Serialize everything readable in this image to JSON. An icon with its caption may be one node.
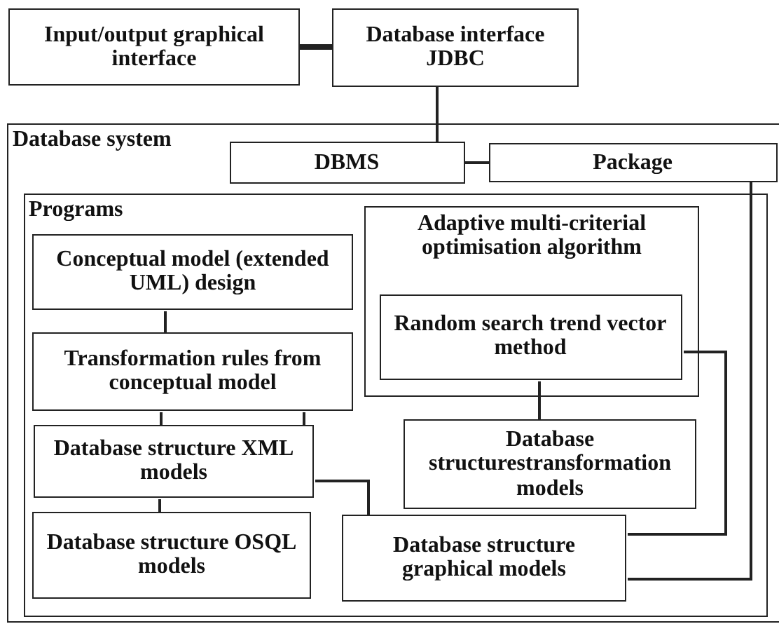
{
  "diagram": {
    "nodes": [
      {
        "text": [
          "Input/output graphical interface"
        ]
      },
      {
        "text": [
          "Database interface JDBC"
        ]
      },
      {
        "text": [
          "Database system"
        ]
      },
      {
        "text": [
          "DBMS"
        ],
        "in": 2
      },
      {
        "text": [
          "Package"
        ],
        "in": 2
      },
      {
        "text": [
          "Programs"
        ],
        "in": 2
      },
      {
        "text": [
          "Conceptual model (extended UML) design"
        ],
        "in": 5
      },
      {
        "text": [
          "Adaptive multi-criterial optimisation algorithm"
        ],
        "in": 5
      },
      {
        "text": [
          "Random search  trend vector method"
        ],
        "in": 7
      },
      {
        "text": [
          "Transformation rules from conceptual model"
        ],
        "in": 5
      },
      {
        "text": [
          "Database structurestransformation models"
        ],
        "in": 5
      },
      {
        "text": [
          "Database structure XML models"
        ],
        "in": 5
      },
      {
        "text": [
          "Database structure OSQL models"
        ],
        "in": 5
      },
      {
        "text": [
          "Database structure graphical models"
        ],
        "in": 5
      }
    ],
    "edges": [
      {
        "from": 0,
        "to": 1,
        "arrow": "none",
        "style": "thick"
      },
      {
        "from": 1,
        "to": 3,
        "arrow": "none"
      },
      {
        "from": 3,
        "to": 4,
        "arrow": "none"
      },
      {
        "from": 4,
        "to": 13,
        "arrow": "none"
      },
      {
        "from": 6,
        "to": 9,
        "arrow": "none"
      },
      {
        "from": 9,
        "to": 11,
        "arrow": "none"
      },
      {
        "from": 9,
        "to": 11,
        "arrow": "none"
      },
      {
        "from": 11,
        "to": 12,
        "arrow": "none"
      },
      {
        "from": 11,
        "to": 13,
        "arrow": "none"
      },
      {
        "from": 8,
        "to": 10,
        "arrow": "none"
      },
      {
        "from": 8,
        "to": 13,
        "arrow": "none"
      }
    ]
  }
}
